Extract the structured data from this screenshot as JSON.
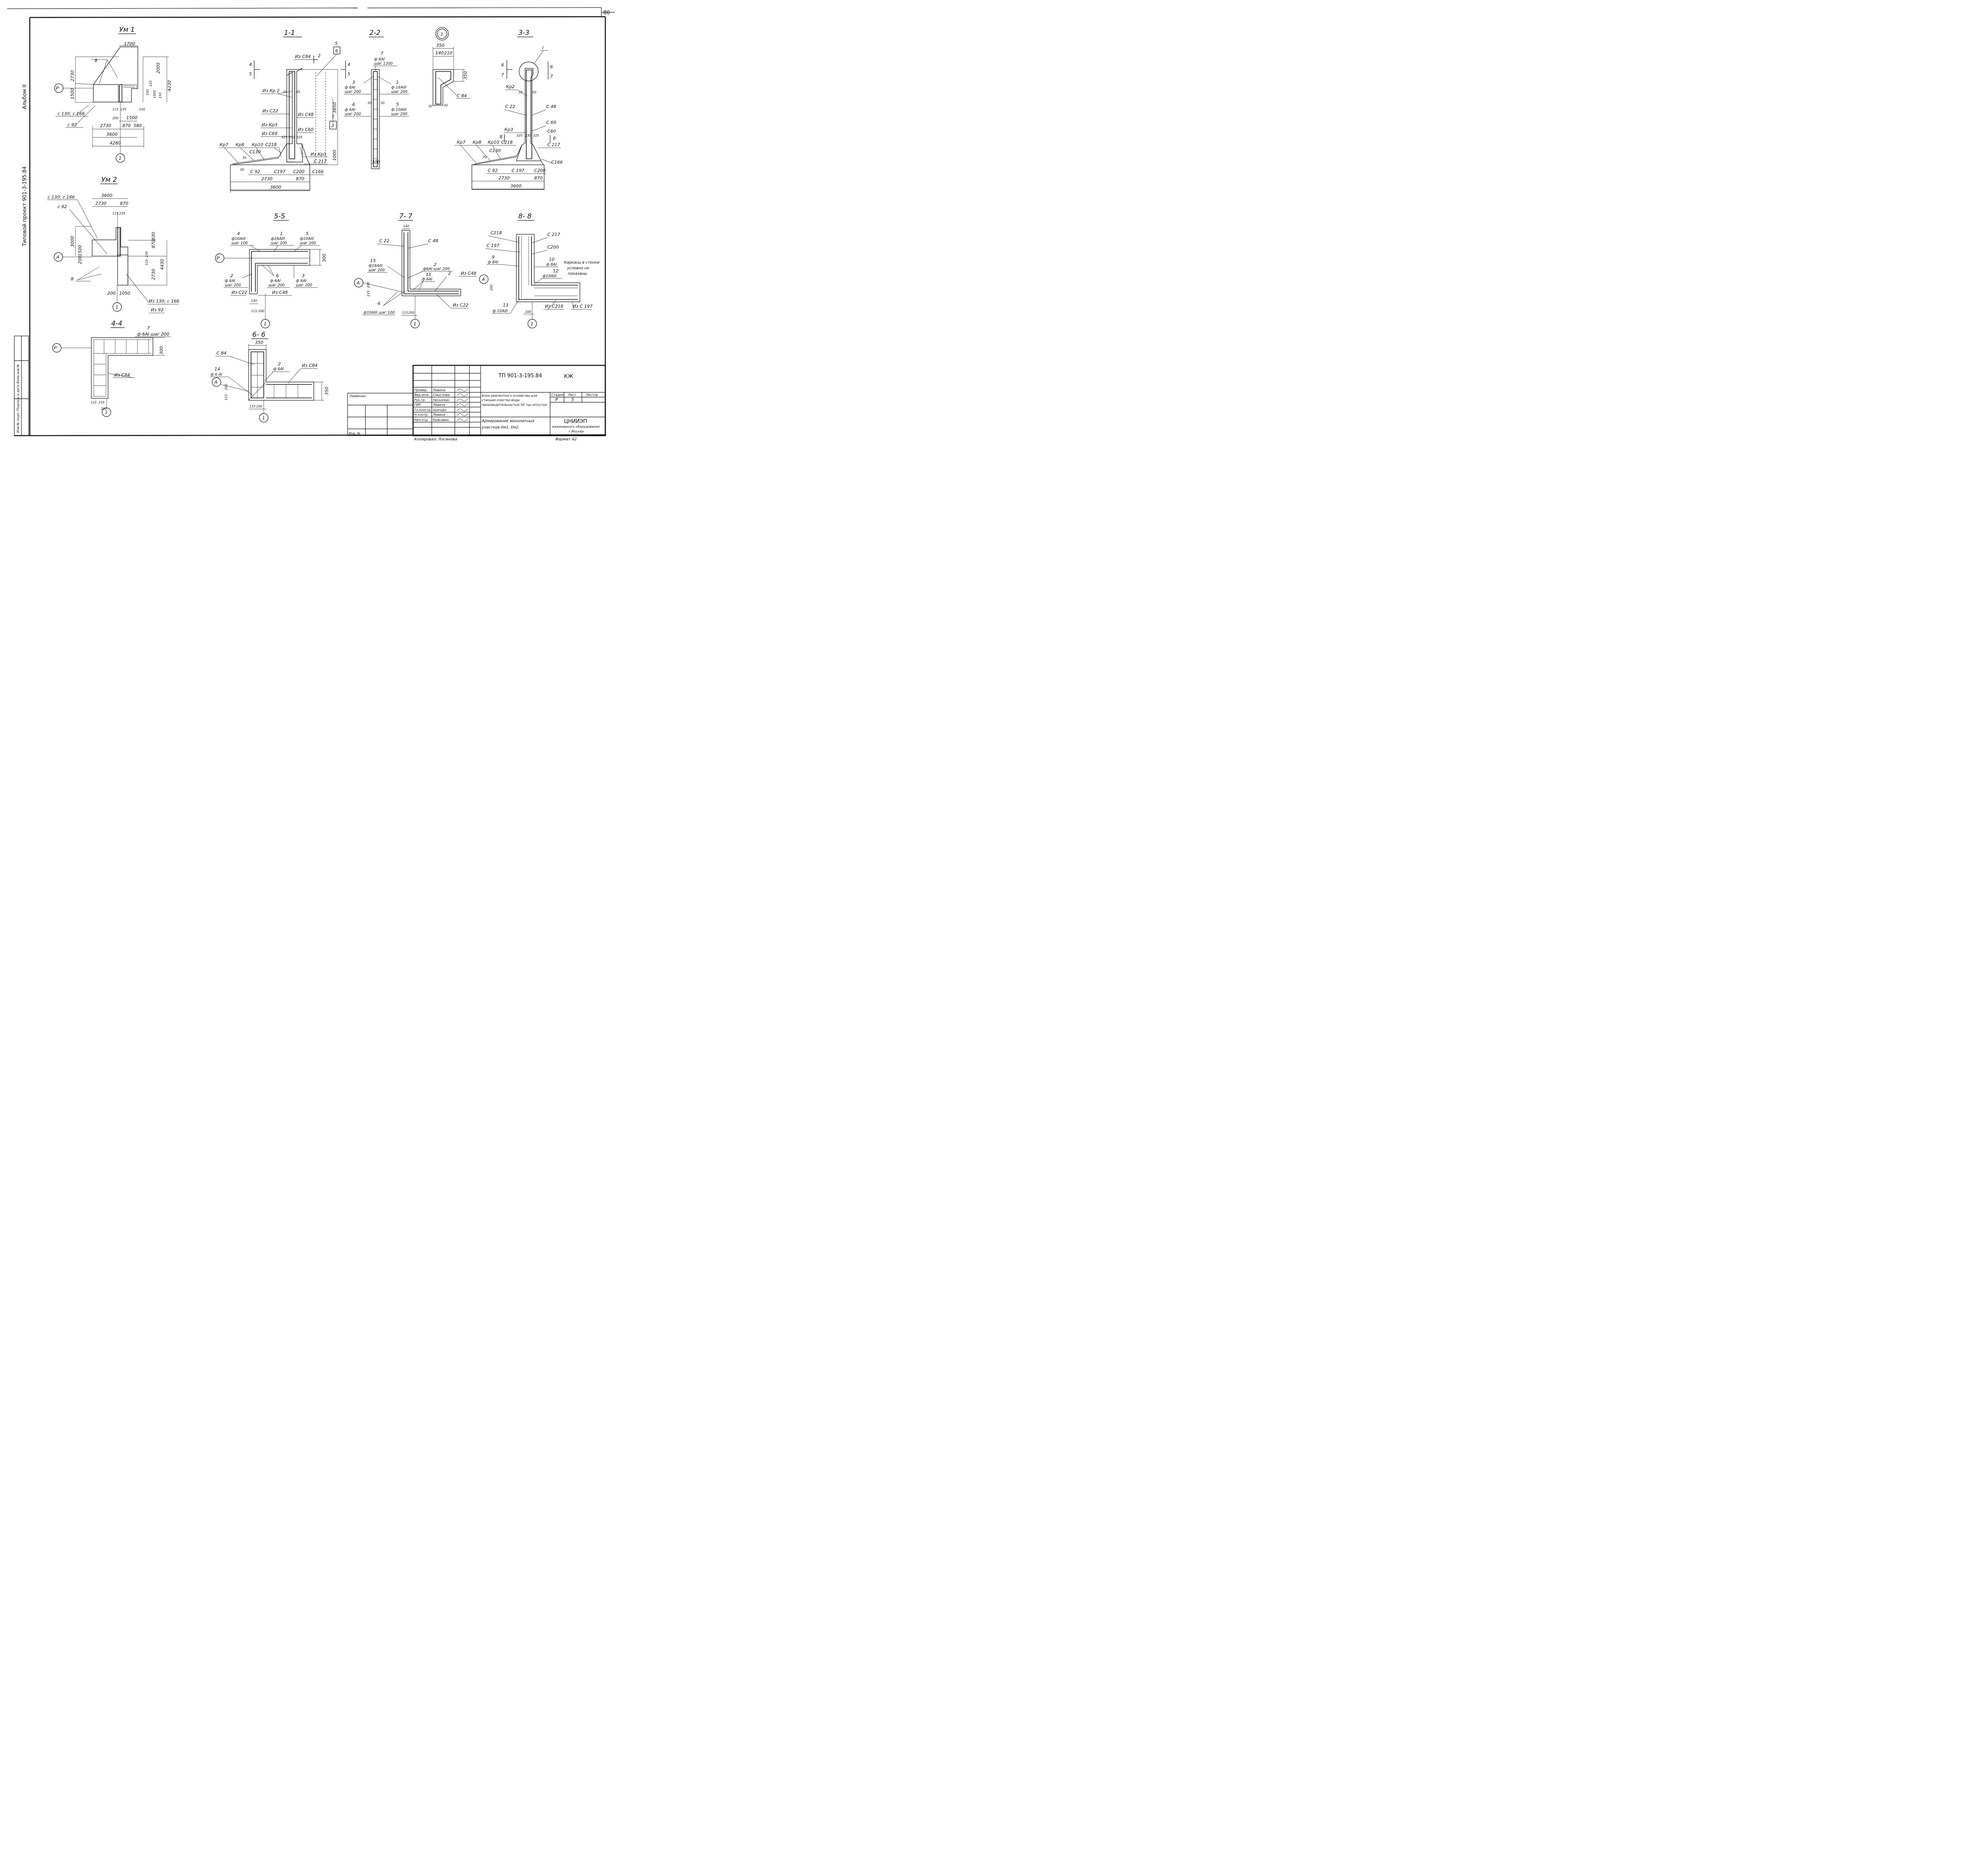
{
  "sheet": {
    "sheet_no": "80",
    "album_label": "Альбом II",
    "project_label": "Типовой проект 901-3-195.84",
    "stamp_label": "Инв.№ подл. Подпись и дата Взам.инв.№",
    "copied": "Копировал: Логинова",
    "format": "Формат А2"
  },
  "views": {
    "um1": {
      "title": "Ум 1",
      "labels": [
        "8",
        "Р'",
        "с 130; с 166",
        "с 92"
      ],
      "dims": [
        "1700",
        "2730",
        "2005",
        "4230",
        "1500",
        "125",
        "150",
        "1500",
        "150",
        "115",
        "235",
        "200",
        "1500",
        "150",
        "2730",
        "870",
        "580",
        "3600",
        "4280"
      ],
      "axis": "1"
    },
    "um2": {
      "title": "Ум 2",
      "labels": [
        "с 130; с 166",
        "с 92",
        "А",
        "8",
        "Из 130; с 166",
        "Из 92"
      ],
      "dims": [
        "3600",
        "2730",
        "870",
        "115",
        "235",
        "3000",
        "1500",
        "200",
        "870",
        "830",
        "4430",
        "235",
        "115",
        "2730",
        "200",
        "1050"
      ],
      "axis": "1"
    },
    "v44": {
      "title": "4-4",
      "labels": [
        "7",
        "ф 6АI шаг 200",
        "Р'",
        "Из С84"
      ],
      "dims": [
        "300",
        "115",
        "235",
        "200"
      ],
      "axis": "1"
    },
    "v11": {
      "title": "1-1",
      "labels": [
        "5",
        "6",
        "Из С84",
        "2",
        "4",
        "5",
        "4",
        "5",
        "Из Кр 2",
        "30",
        "30",
        "Из С22",
        "Из С48",
        "Из Кр3",
        "Из С60",
        "Из С69",
        "325",
        "250",
        "325",
        "Кр7",
        "Кр8",
        "Кр10",
        "С218",
        "С130",
        "30",
        "Из Кр3",
        "С 217",
        "30",
        "С 92",
        "С197",
        "С200",
        "С166",
        "1",
        "3"
      ],
      "dims": [
        "3650",
        "1000",
        "2730",
        "870",
        "3600"
      ]
    },
    "v22": {
      "title": "2-2",
      "labels": [
        "7",
        "ф 6АI",
        "шаг 1200",
        "3",
        "ф 6АI",
        "шаг 200",
        "1",
        "ф 16АIII",
        "шаг 200",
        "6",
        "ф 6АI",
        "шаг 200",
        "5",
        "ф 10АIII",
        "шаг 200",
        "30",
        "30",
        "300"
      ]
    },
    "n1": {
      "title": "1",
      "labels": [
        "С 84",
        "30",
        "30"
      ],
      "dims": [
        "350",
        "140",
        "210",
        "350"
      ]
    },
    "v33": {
      "title": "3-3",
      "labels": [
        "I",
        "6",
        "7",
        "6",
        "7",
        "Кр2",
        "30",
        "50",
        "С 22",
        "С 48",
        "С 69",
        "Кр3",
        "С60",
        "8",
        "8",
        "325",
        "230",
        "325",
        "Кр7",
        "Кр8",
        "Кр10",
        "С218",
        "С 217",
        "С130",
        "С166",
        "30",
        "С 92",
        "С 197",
        "С200"
      ],
      "dims": [
        "2730",
        "870",
        "3600"
      ]
    },
    "v55": {
      "title": "5-5",
      "labels": [
        "4",
        "ф10АIII",
        "шаг 100",
        "1",
        "ф16АIII",
        "шаг 200",
        "5",
        "ф10АIII",
        "шаг 200",
        "Р'",
        "2",
        "ф 6АI",
        "шаг 200",
        "6",
        "ф 6АI",
        "шаг 200",
        "3",
        "ф 6АI",
        "шаг 200",
        "Из С22",
        "Из С48"
      ],
      "dims": [
        "300",
        "140",
        "115",
        "200"
      ],
      "axis": "1"
    },
    "v66": {
      "title": "6- 6",
      "labels": [
        "С 84",
        "Из С84",
        "2",
        "ф 6АI",
        "14",
        "ф 6 АI",
        "А"
      ],
      "dims": [
        "350",
        "115",
        "200",
        "350",
        "115",
        "200"
      ],
      "axis": "1"
    },
    "v77": {
      "title": "7- 7",
      "labels": [
        "С 22",
        "С 48",
        "15",
        "ф16АIII",
        "шаг 200",
        "2",
        "ф6АI шаг 200",
        "11",
        "ф 6АI",
        "2",
        "Из С48",
        "А",
        "4",
        "ф10АIII шаг 100",
        "Из С22"
      ],
      "dims": [
        "140",
        "115",
        "200",
        "115",
        "200"
      ],
      "axis": "1"
    },
    "v88": {
      "title": "8- 8",
      "labels": [
        "С218",
        "С 217",
        "С 197",
        "С200",
        "9",
        "ф 8АI",
        "10",
        "ф 8АI",
        "Каркасы в стенки",
        "условно не",
        "показаны",
        "12",
        "ф10АIII",
        "А",
        "13",
        "ф 10АIII",
        "Из С218",
        "Из С 197"
      ],
      "dims": [
        "200",
        "200"
      ],
      "axis": "1"
    }
  },
  "title_block": {
    "code": "ТП 901-3-195.84",
    "mark": "КЖ",
    "binding": "Привязан:",
    "inv": "Инв. №",
    "roles": [
      "Провер.",
      "Вед.инж.",
      "Рук.гр.",
      "ГИП",
      "Гл.констр.",
      "Н.контр.",
      "Нач.отд."
    ],
    "names": [
      "Левина",
      "Смыслова",
      "Ниськман",
      "Левина",
      "Шапиро",
      "Левина",
      "Красавин"
    ],
    "object": [
      "Блок реагентного хозяйства для",
      "станции очистки воды",
      "производительностью 50 тыс.м³/сутки"
    ],
    "sheet_title": [
      "Армирование монолитных",
      "участков Ум1, Ум2."
    ],
    "stage_head": "Стадия",
    "sheet_head": "Лист",
    "sheets_head": "Листов",
    "stage": "Р",
    "sheet": "5",
    "org": [
      "ЦНИИЭП",
      "инженерного оборудования",
      "г.Москва"
    ]
  }
}
